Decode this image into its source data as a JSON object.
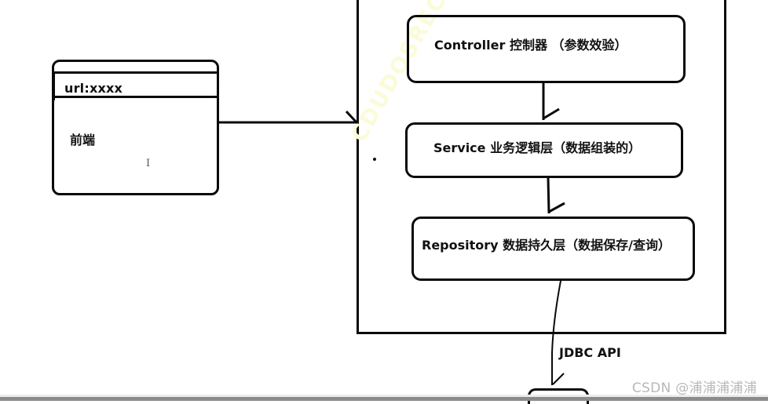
{
  "diagram": {
    "frontend": {
      "url_label": "url:xxxx",
      "label": "前端"
    },
    "layers": [
      {
        "id": "controller",
        "label": "Controller 控制器 （参数效验）"
      },
      {
        "id": "service",
        "label": "Service 业务逻辑层（数据组装的）"
      },
      {
        "id": "repository",
        "label": "Repository  数据持久层（数据保存/查询）"
      }
    ],
    "connectors": [
      {
        "from": "frontend",
        "to": "backend",
        "type": "arrow"
      },
      {
        "from": "controller",
        "to": "service",
        "type": "arrow"
      },
      {
        "from": "service",
        "to": "repository",
        "type": "arrow"
      },
      {
        "from": "repository",
        "to": "database",
        "type": "arrow",
        "label": "JDBC API"
      }
    ],
    "jdbc_label": "JDBC API",
    "faint_watermark": "CDUDOSREC"
  },
  "watermark": "CSDN @浦浦浦浦浦",
  "cursor_glyph": "I"
}
